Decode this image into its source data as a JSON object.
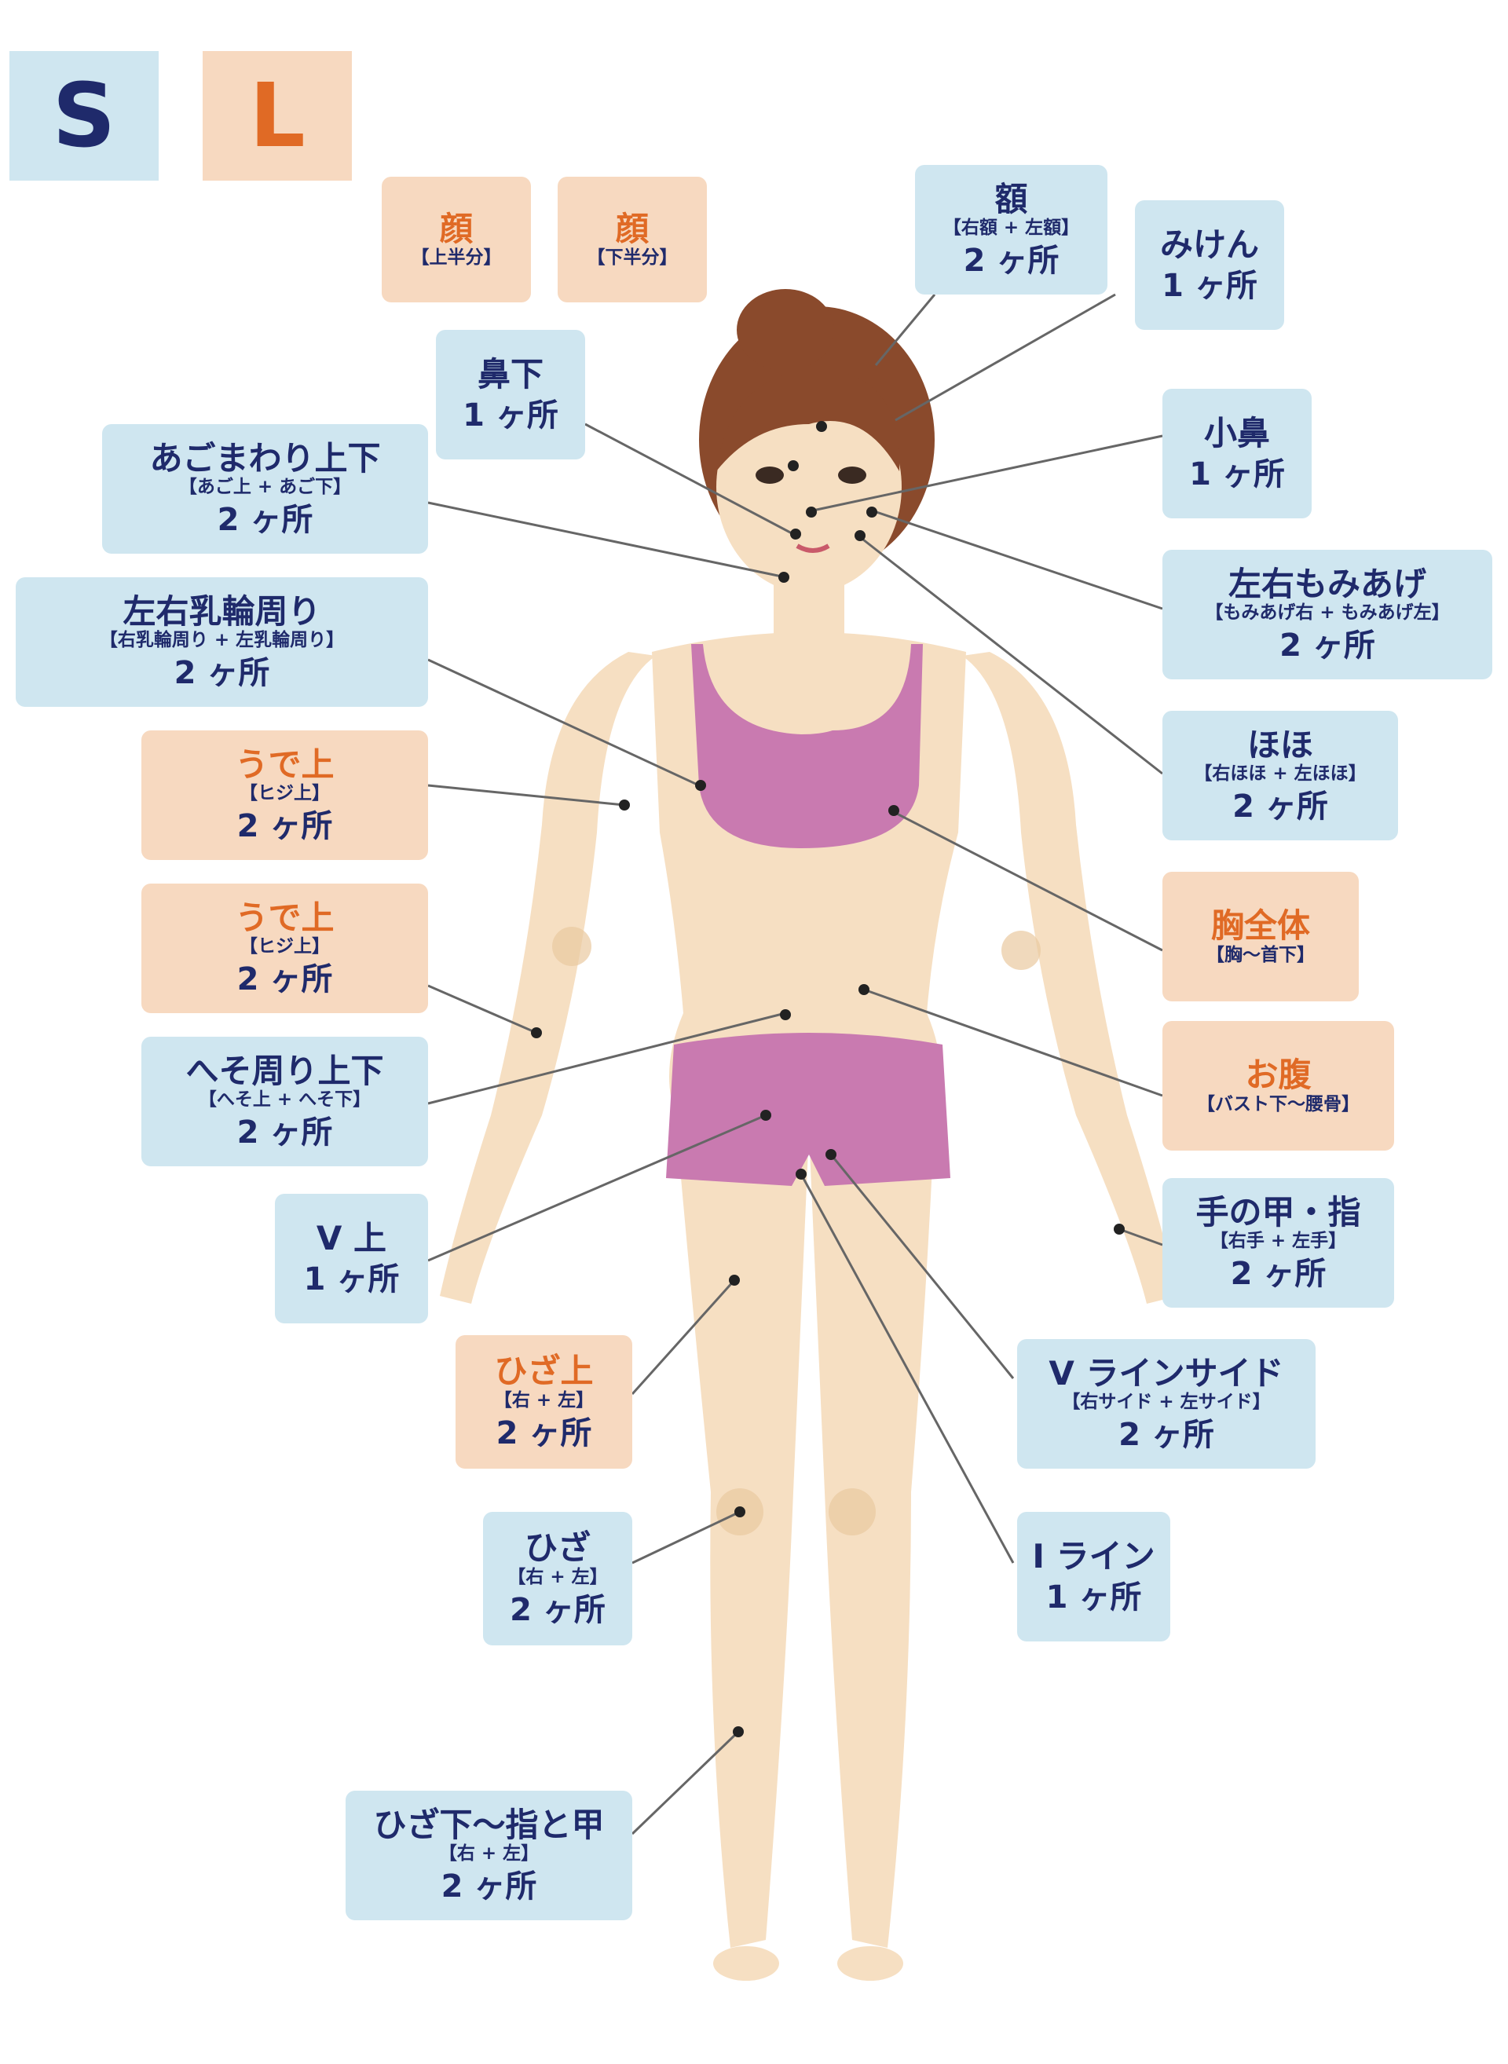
{
  "legend": {
    "s_label": "S",
    "l_label": "L"
  },
  "colors": {
    "s_box": "#cfe6f0",
    "l_box": "#f7d9c0",
    "s_text": "#1f2a6b",
    "l_text": "#e06a25",
    "skin": "#f6dfc2",
    "clothing": "#c97ab0",
    "hair": "#8a4a2c"
  },
  "labels": {
    "face_upper": {
      "title": "顔",
      "sub": "【上半分】",
      "count": ""
    },
    "face_lower": {
      "title": "顔",
      "sub": "【下半分】",
      "count": ""
    },
    "forehead": {
      "title": "額",
      "sub": "【右額 + 左額】",
      "count": "2 ヶ所"
    },
    "glabella": {
      "title": "みけん",
      "sub": "",
      "count": "1 ヶ所"
    },
    "under_nose": {
      "title": "鼻下",
      "sub": "",
      "count": "1 ヶ所"
    },
    "nose_wing": {
      "title": "小鼻",
      "sub": "",
      "count": "1 ヶ所"
    },
    "jaw": {
      "title": "あごまわり上下",
      "sub": "【あご上 + あご下】",
      "count": "2 ヶ所"
    },
    "sideburns": {
      "title": "左右もみあげ",
      "sub": "【もみあげ右 + もみあげ左】",
      "count": "2 ヶ所"
    },
    "areola": {
      "title": "左右乳輪周り",
      "sub": "【右乳輪周り + 左乳輪周り】",
      "count": "2 ヶ所"
    },
    "cheeks": {
      "title": "ほほ",
      "sub": "【右ほほ + 左ほほ】",
      "count": "2 ヶ所"
    },
    "upper_arm": {
      "title": "うで上",
      "sub": "【ヒジ上】",
      "count": "2 ヶ所"
    },
    "chest": {
      "title": "胸全体",
      "sub": "【胸〜首下】",
      "count": ""
    },
    "upper_arm_2": {
      "title": "うで上",
      "sub": "【ヒジ上】",
      "count": "2 ヶ所"
    },
    "belly": {
      "title": "お腹",
      "sub": "【バスト下〜腰骨】",
      "count": ""
    },
    "navel": {
      "title": "へそ周り上下",
      "sub": "【へそ上 + へそ下】",
      "count": "2 ヶ所"
    },
    "hands": {
      "title": "手の甲・指",
      "sub": "【右手 + 左手】",
      "count": "2 ヶ所"
    },
    "v_upper": {
      "title": "V 上",
      "sub": "",
      "count": "1 ヶ所"
    },
    "above_knee": {
      "title": "ひざ上",
      "sub": "【右 + 左】",
      "count": "2 ヶ所"
    },
    "v_line_side": {
      "title": "V ラインサイド",
      "sub": "【右サイド + 左サイド】",
      "count": "2 ヶ所"
    },
    "knee": {
      "title": "ひざ",
      "sub": "【右 + 左】",
      "count": "2 ヶ所"
    },
    "i_line": {
      "title": "I ライン",
      "sub": "",
      "count": "1 ヶ所"
    },
    "lower_leg": {
      "title": "ひざ下〜指と甲",
      "sub": "【右 + 左】",
      "count": "2 ヶ所"
    }
  }
}
